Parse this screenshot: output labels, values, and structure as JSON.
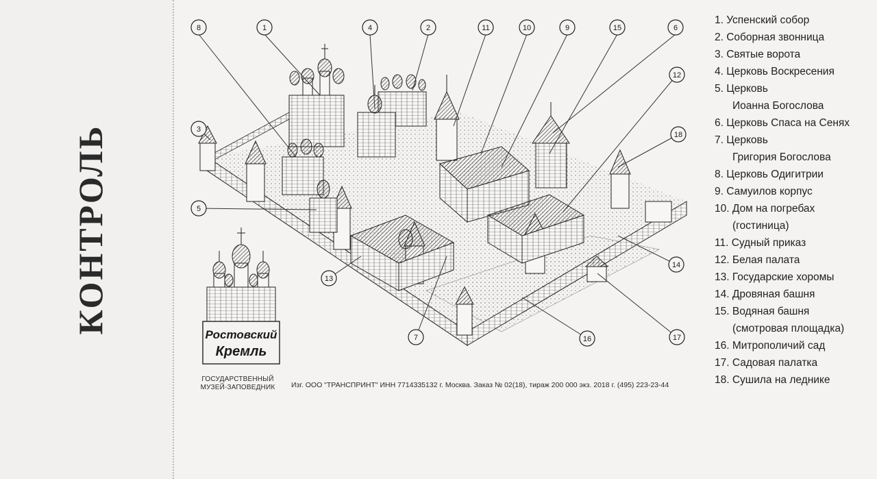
{
  "stub": {
    "title": "КОНТРОЛЬ"
  },
  "logo": {
    "wordmark_line1": "Ростовский",
    "wordmark_line2": "Кремль",
    "org_line1": "ГОСУДАРСТВЕННЫЙ",
    "org_line2": "МУЗЕЙ-ЗАПОВЕДНИК"
  },
  "imprint": "Изг. ООО \"ТРАНСПРИНТ\" ИНН 7714335132 г. Москва. Заказ № 02(18), тираж 200 000 экз. 2018 г. (495) 223-23-44",
  "markers": [
    "8",
    "1",
    "4",
    "2",
    "11",
    "10",
    "9",
    "15",
    "6",
    "12",
    "3",
    "18",
    "5",
    "13",
    "14",
    "7",
    "16",
    "17"
  ],
  "legend": [
    {
      "line1": "1. Успенский собор"
    },
    {
      "line1": "2. Соборная звонница"
    },
    {
      "line1": "3. Святые ворота"
    },
    {
      "line1": "4. Церковь Воскресения"
    },
    {
      "line1": "5. Церковь",
      "line2": "Иоанна Богослова"
    },
    {
      "line1": "6. Церковь Спаса на Сенях"
    },
    {
      "line1": "7. Церковь",
      "line2": "Григория Богослова"
    },
    {
      "line1": "8. Церковь Одигитрии"
    },
    {
      "line1": "9. Самуилов корпус"
    },
    {
      "line1": "10. Дом на погребах",
      "line2": "(гостиница)"
    },
    {
      "line1": "11. Судный приказ"
    },
    {
      "line1": "12. Белая палата"
    },
    {
      "line1": "13. Государские хоромы"
    },
    {
      "line1": "14. Дровяная башня"
    },
    {
      "line1": "15. Водяная башня",
      "line2": "(смотровая площадка)"
    },
    {
      "line1": "16. Митрополичий сад"
    },
    {
      "line1": "17. Садовая палатка"
    },
    {
      "line1": "18. Сушила на леднике"
    }
  ]
}
